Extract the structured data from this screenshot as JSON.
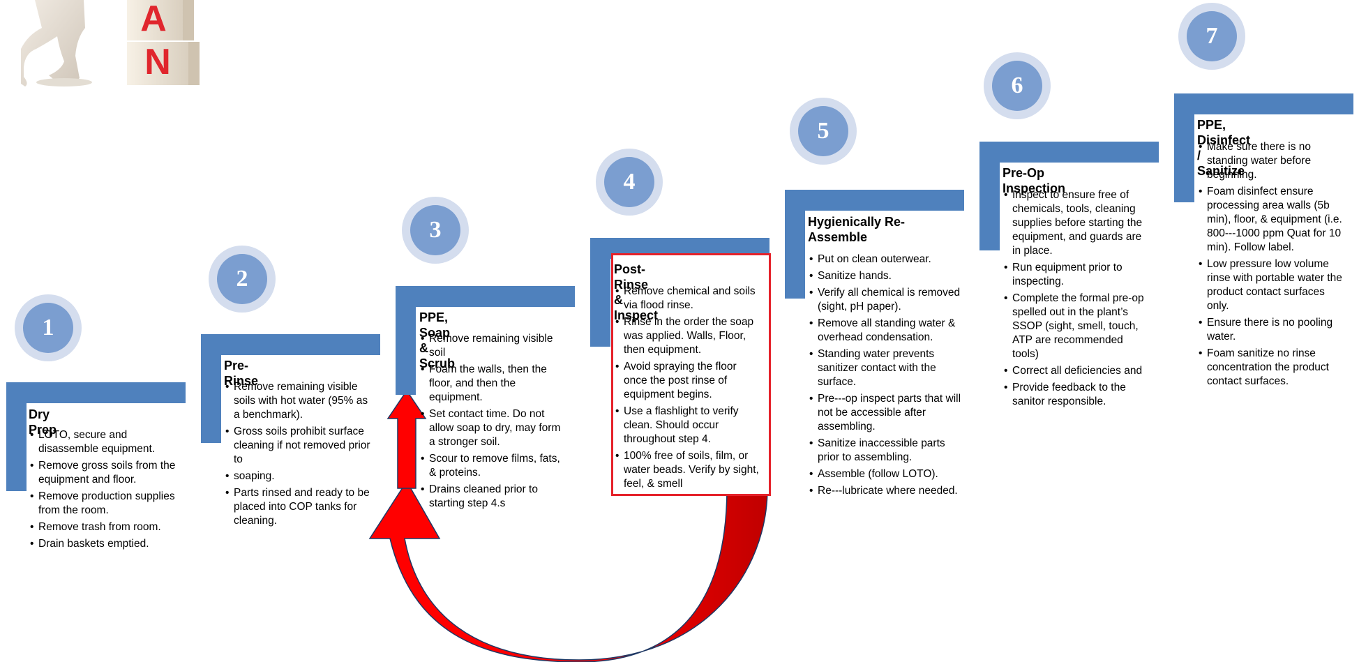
{
  "logo": {
    "letters": [
      "A",
      "N"
    ]
  },
  "colors": {
    "step_blue": "#4f81bd",
    "badge_outer": "#d4ddee",
    "badge_inner": "#7b9ed0",
    "arrow_red": "#ff0000",
    "arrow_dark_red": "#c00000",
    "highlight_border": "#e5222a"
  },
  "steps": [
    {
      "number": "1",
      "title": "Dry Prep",
      "bullets": [
        "LOTO, secure and disassemble equipment.",
        "Remove gross soils from the equipment and floor.",
        "Remove production supplies from the room.",
        "Remove trash from room.",
        "Drain baskets emptied."
      ]
    },
    {
      "number": "2",
      "title": "Pre-Rinse",
      "bullets": [
        "Remove remaining visible soils with hot water (95% as a benchmark).",
        "Gross soils prohibit surface cleaning if not removed prior to",
        "soaping.",
        "Parts rinsed and ready to be placed into COP tanks for cleaning."
      ]
    },
    {
      "number": "3",
      "title": "PPE, Soap & Scrub",
      "bullets": [
        "Remove remaining visible soil",
        "Foam the walls, then the floor, and then the equipment.",
        "Set contact time. Do not allow soap to dry, may form a stronger soil.",
        "Scour to remove films, fats, & proteins.",
        "Drains cleaned prior to starting step 4.s"
      ]
    },
    {
      "number": "4",
      "title": "Post-Rinse & Inspect",
      "bullets": [
        "Remove chemical and soils via flood rinse.",
        "Rinse in the order the soap was applied.  Walls, Floor, then equipment.",
        "Avoid spraying the floor once the post rinse of equipment begins.",
        "Use a flashlight to verify clean. Should occur throughout step 4.",
        "100% free of soils, film, or water beads. Verify by sight, feel, & smell"
      ]
    },
    {
      "number": "5",
      "title": "Hygienically Re-Assemble",
      "bullets": [
        "Put on clean outerwear.",
        "Sanitize hands.",
        "Verify all chemical is removed (sight, pH paper).",
        "Remove all standing water & overhead condensation.",
        "Standing water prevents sanitizer contact with the surface.",
        "Pre---op inspect parts that will not be accessible after assembling.",
        "Sanitize inaccessible parts prior to assembling.",
        "Assemble (follow LOTO).",
        "Re---lubricate where needed."
      ]
    },
    {
      "number": "6",
      "title": "Pre-Op Inspection",
      "bullets": [
        "Inspect to ensure free of chemicals, tools, cleaning supplies before starting the equipment, and guards are in place.",
        "Run equipment prior to inspecting.",
        "Complete the formal pre-op spelled out in the plant’s SSOP (sight, smell, touch, ATP are recommended tools)",
        "Correct all deficiencies and",
        "Provide feedback to the sanitor responsible."
      ]
    },
    {
      "number": "7",
      "title": "PPE, Disinfect / Sanitize",
      "bullets": [
        "Make sure there is no standing water before beginning.",
        "Foam disinfect ensure processing area walls (5b min), floor, & equipment (i.e. 800---1000 ppm Quat for 10 min). Follow label.",
        "Low pressure low volume rinse with portable water the product contact surfaces only.",
        "Ensure there is no pooling water.",
        "Foam sanitize no rinse concentration the product contact surfaces."
      ]
    }
  ]
}
